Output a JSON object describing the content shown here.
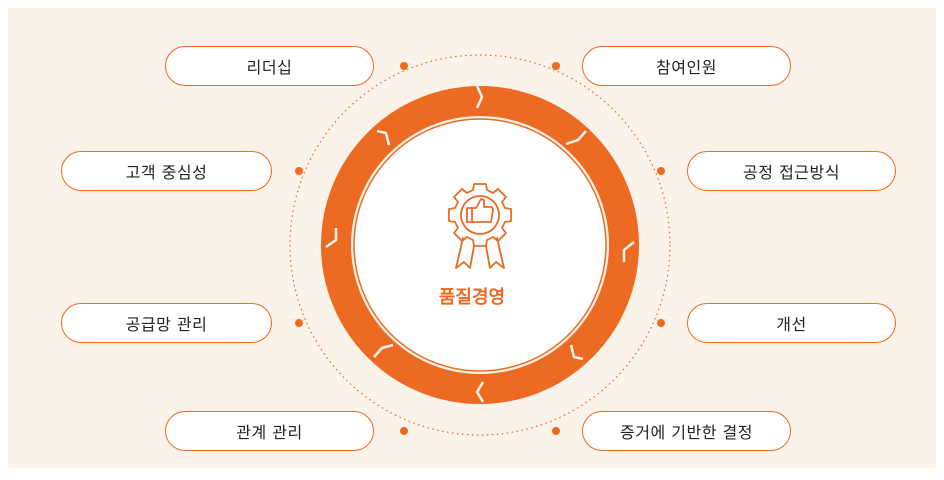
{
  "center": {
    "title": "품질경영",
    "icon": "gear-thumbs-up-award-icon"
  },
  "principles": [
    "리더십",
    "참여인원",
    "고객 중심성",
    "공정 접근방식",
    "공급망 관리",
    "개선",
    "관계 관리",
    "증거에 기반한 결정"
  ],
  "colors": {
    "accent": "#ec6a21",
    "background": "#fbf3ea",
    "pill_fill": "#ffffff",
    "text": "#222222"
  }
}
